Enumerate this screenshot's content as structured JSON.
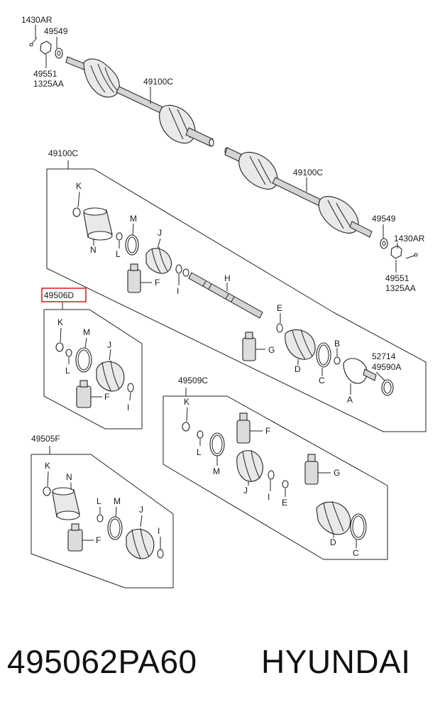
{
  "labels": {
    "top_1430AR": "1430AR",
    "top_49549": "49549",
    "top_49551": "49551",
    "top_1325AA": "1325AA",
    "top_49100C": "49100C",
    "mid_49100C": "49100C",
    "box_49100C": "49100C",
    "right_49549": "49549",
    "right_1430AR": "1430AR",
    "right_49551": "49551",
    "right_1325AA": "1325AA",
    "highlight_49506D": "49506D",
    "label_49509C": "49509C",
    "label_49505F": "49505F",
    "label_52714": "52714",
    "label_49590A": "49590A",
    "K": "K",
    "N": "N",
    "L": "L",
    "M": "M",
    "J": "J",
    "F": "F",
    "I": "I",
    "H": "H",
    "E": "E",
    "G": "G",
    "D": "D",
    "C": "C",
    "B": "B",
    "A": "A"
  },
  "colors": {
    "highlight": "#d62b2b",
    "line": "#222222",
    "boot_fill": "#e9e9e9"
  },
  "footer": {
    "part_number": "495062PA60",
    "brand": "HYUNDAI"
  }
}
